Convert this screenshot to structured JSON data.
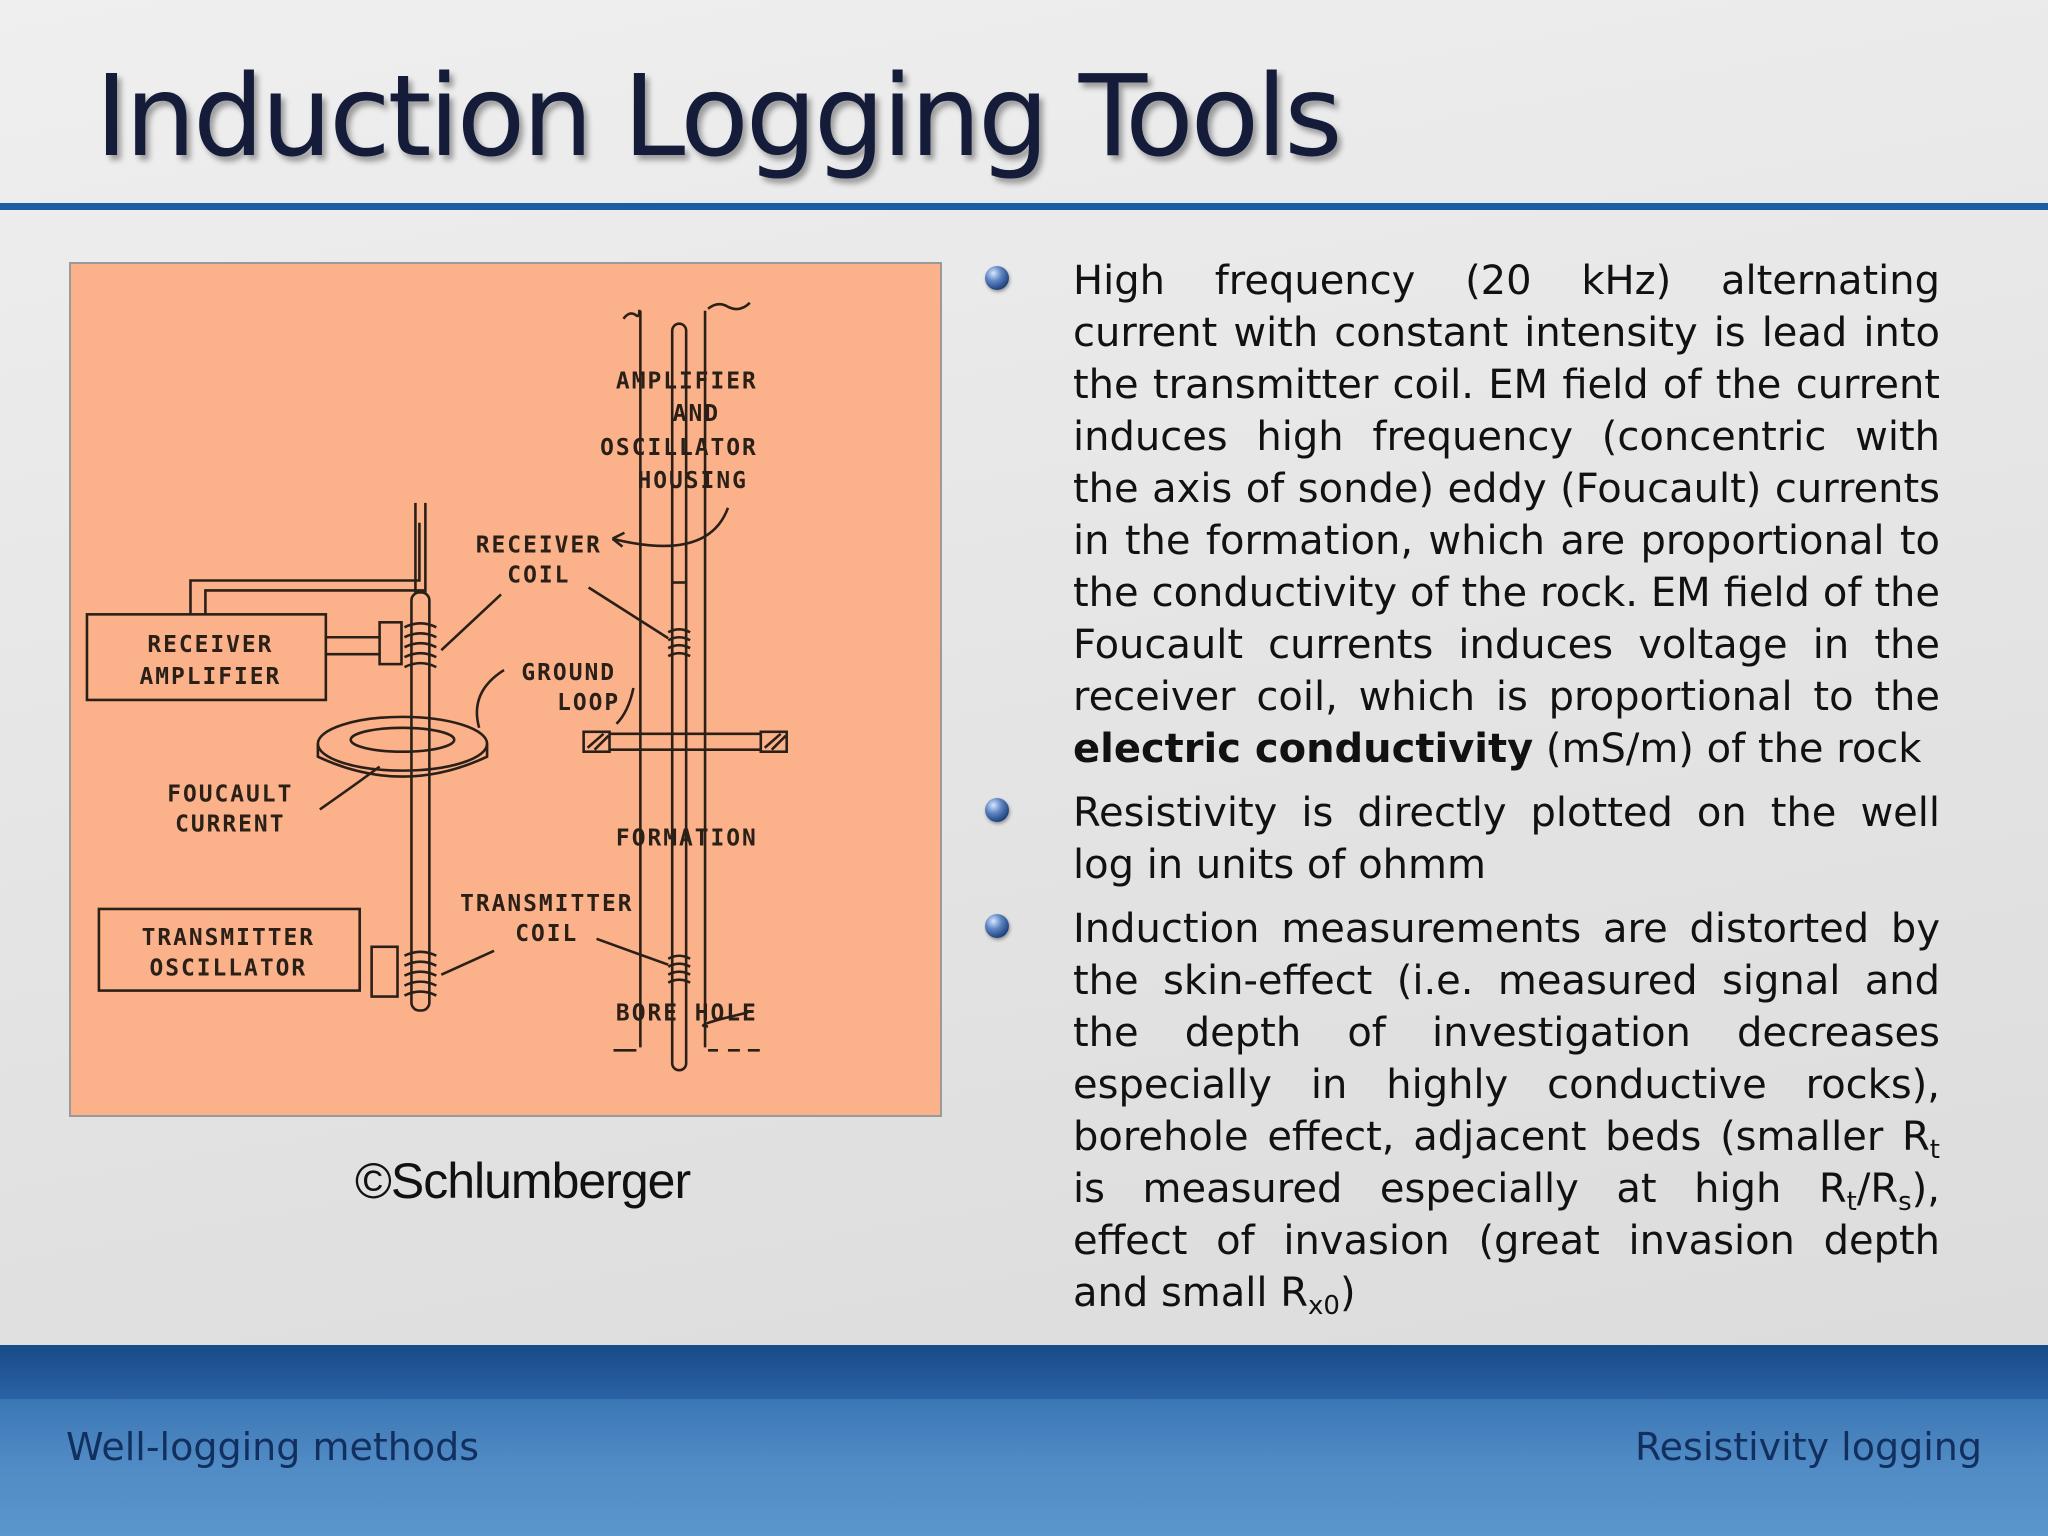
{
  "slide": {
    "title": "Induction Logging Tools"
  },
  "figure": {
    "labels": {
      "amplifier_housing_1": "AMPLIFIER",
      "amplifier_housing_2": "AND",
      "amplifier_housing_3": "OSCILLATOR",
      "amplifier_housing_4": "HOUSING",
      "receiver_coil_1": "RECEIVER",
      "receiver_coil_2": "COIL",
      "receiver_amplifier_1": "RECEIVER",
      "receiver_amplifier_2": "AMPLIFIER",
      "ground_loop_1": "GROUND",
      "ground_loop_2": "LOOP",
      "foucault_current_1": "FOUCAULT",
      "foucault_current_2": "CURRENT",
      "formation": "FORMATION",
      "transmitter_coil_1": "TRANSMITTER",
      "transmitter_coil_2": "COIL",
      "transmitter_oscillator_1": "TRANSMITTER",
      "transmitter_oscillator_2": "OSCILLATOR",
      "bore_hole": "BORE  HOLE"
    },
    "caption": "©Schlumberger"
  },
  "bullets": [
    {
      "parts": [
        "High frequency (20 kHz) alternating current with constant intensity is lead into the transmitter coil. EM field of the current induces high frequency (concentric with the axis of sonde) eddy (Foucault) currents in the formation, which are proportional to the conductivity of the rock. EM field of the Foucault currents induces voltage in the receiver coil, which is proportional to the ",
        "electric conductivity",
        " (mS/m) of the rock"
      ]
    },
    {
      "text": "Resistivity is directly plotted on the well log in units of ohmm"
    },
    {
      "parts": [
        "Induction measurements are distorted by the skin-effect (i.e. measured signal and the depth of investigation decreases especially in highly conductive rocks), borehole effect, adjacent beds (smaller R",
        "t",
        " is measured especially at high R",
        "t",
        "/R",
        "s",
        "), effect of invasion (great invasion depth and small R",
        "x0",
        ")"
      ]
    }
  ],
  "footer": {
    "left": "Well-logging methods",
    "right": "Resistivity logging"
  },
  "colors": {
    "title": "#141c3a",
    "accent_rule": "#1c5ea6",
    "figure_bg": "#fbb28b",
    "footer_text": "#12305f"
  }
}
